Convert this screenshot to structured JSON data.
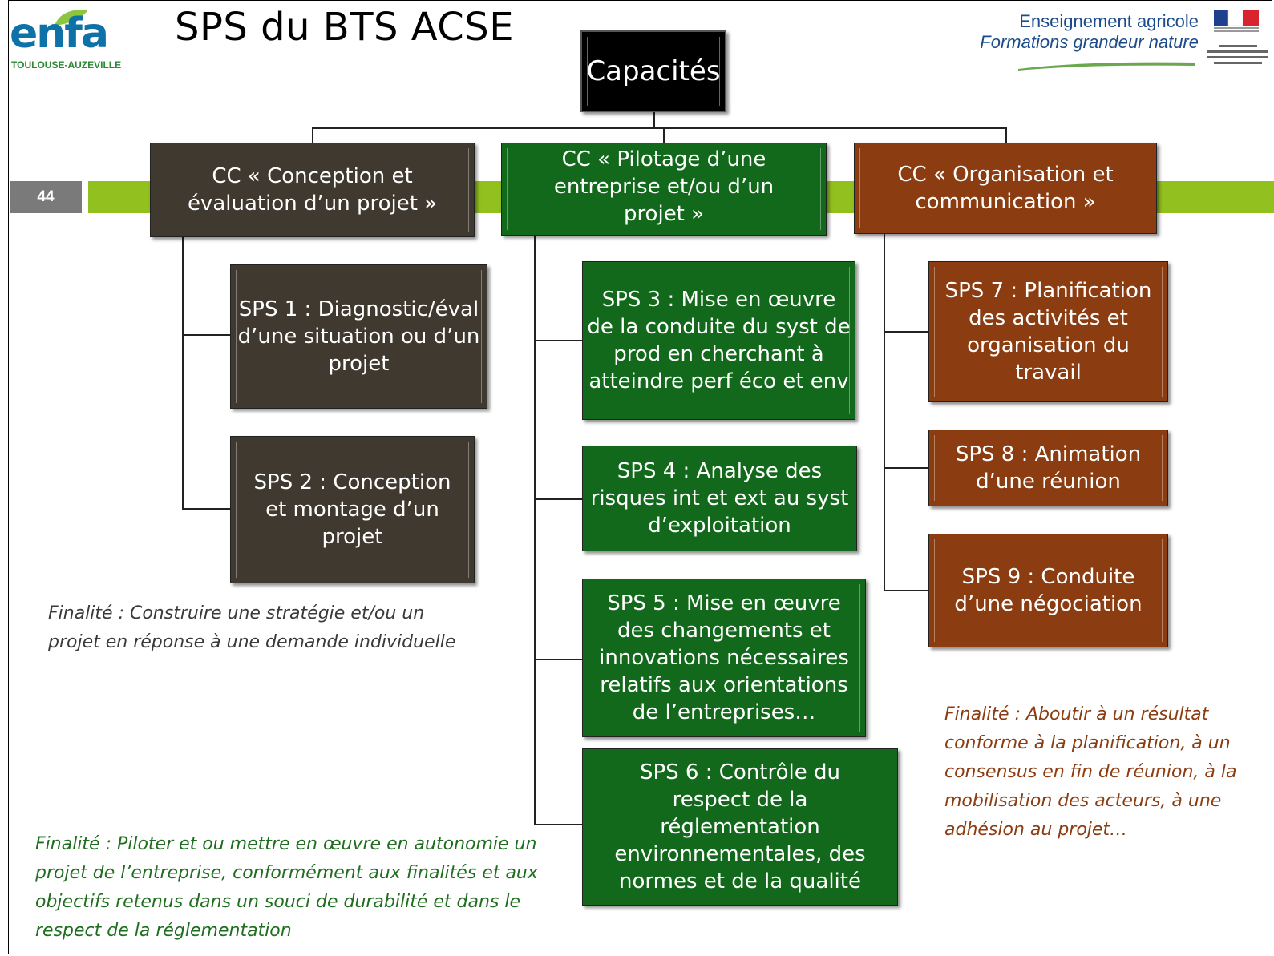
{
  "header": {
    "title": "SPS du BTS ACSE",
    "logo_word": "enfa",
    "logo_sub": "TOULOUSE-AUZEVILLE",
    "ens_line1": "Enseignement agricole",
    "ens_line2": "Formations grandeur nature",
    "page_number": "44"
  },
  "colors": {
    "top": "#000000",
    "cc1": "#40392f",
    "cc2": "#13691b",
    "cc3": "#8b3c11",
    "band": "#92c01f"
  },
  "root": {
    "label": "Capacités"
  },
  "columns": [
    {
      "cc": "CC « Conception et évaluation d’un projet »",
      "sps": [
        "SPS 1 : Diagnostic/éval d’une situation ou d’un projet",
        "SPS 2 : Conception et montage d’un projet"
      ],
      "finalite": "Finalité : Construire une stratégie et/ou un projet en réponse à une demande individuelle"
    },
    {
      "cc": "CC « Pilotage d’une entreprise et/ou d’un projet »",
      "sps": [
        "SPS 3 : Mise en œuvre de la conduite du syst de prod en cherchant à atteindre perf éco et env",
        "SPS 4 : Analyse des risques int et ext au syst d’exploitation",
        "SPS 5 : Mise en œuvre des changements et innovations nécessaires relatifs aux orientations de l’entreprises…",
        "SPS 6 : Contrôle du respect de la réglementation environnementales, des normes et de la qualité"
      ],
      "finalite": "Finalité : Piloter et ou mettre en œuvre en autonomie un projet de l’entreprise, conformément aux finalités et aux objectifs retenus dans un souci de durabilité et dans le respect de la réglementation"
    },
    {
      "cc": "CC « Organisation et communication »",
      "sps": [
        "SPS 7 : Planification des activités et organisation du travail",
        "SPS 8 : Animation d’une réunion",
        "SPS 9 : Conduite d’une négociation"
      ],
      "finalite": "Finalité : Aboutir à un résultat conforme à la planification, à un consensus en fin de réunion, à la mobilisation des acteurs, à une adhésion au projet…"
    }
  ]
}
